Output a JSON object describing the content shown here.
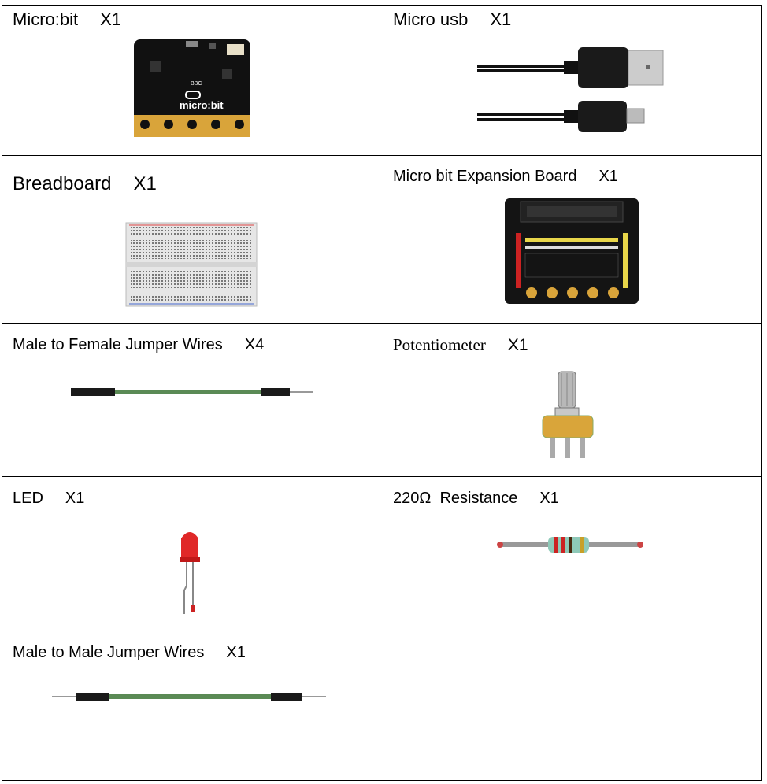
{
  "items": [
    {
      "name": "Micro:bit",
      "qty": "X1"
    },
    {
      "name": "Micro usb",
      "qty": "X1"
    },
    {
      "name": "Breadboard",
      "qty": "X1"
    },
    {
      "name": "Micro bit Expansion Board",
      "qty": "X1"
    },
    {
      "name": "Male to Female Jumper Wires",
      "qty": "X4"
    },
    {
      "name": "Potentiometer",
      "qty": "X1"
    },
    {
      "name": "LED",
      "qty": "X1"
    },
    {
      "name": "220Ω",
      "name2": "Resistance",
      "qty": "X1"
    },
    {
      "name": "Male to Male Jumper Wires",
      "qty": "X1"
    }
  ],
  "microbit_text": {
    "logo": "micro:bit",
    "bbc": "BBC"
  }
}
